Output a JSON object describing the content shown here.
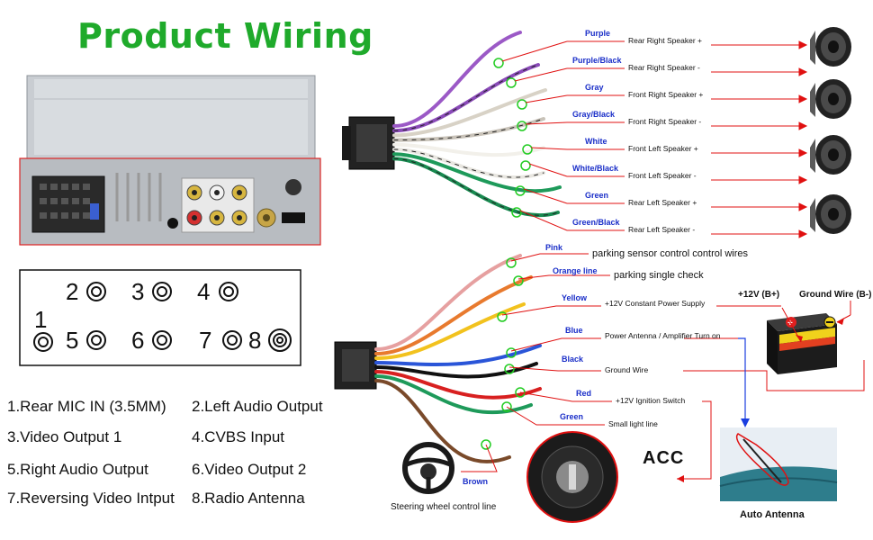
{
  "title": "Product Wiring",
  "speaker_wires": [
    {
      "color_label": "Purple",
      "function": "Rear Right Speaker +"
    },
    {
      "color_label": "Purple/Black",
      "function": "Rear Right Speaker -"
    },
    {
      "color_label": "Gray",
      "function": "Front Right Speaker +"
    },
    {
      "color_label": "Gray/Black",
      "function": "Front Right Speaker -"
    },
    {
      "color_label": "White",
      "function": "Front Left Speaker +"
    },
    {
      "color_label": "White/Black",
      "function": "Front Left Speaker -"
    },
    {
      "color_label": "Green",
      "function": "Rear Left Speaker +"
    },
    {
      "color_label": "Green/Black",
      "function": "Rear Left Speaker -"
    }
  ],
  "power_wires": [
    {
      "color_label": "Pink",
      "function": "parking sensor control control wires"
    },
    {
      "color_label": "Orange line",
      "function": "parking single check"
    },
    {
      "color_label": "Yellow",
      "function": "+12V Constant Power Supply"
    },
    {
      "color_label": "Blue",
      "function": "Power Antenna / Amplifier Turn on"
    },
    {
      "color_label": "Black",
      "function": "Ground Wire"
    },
    {
      "color_label": "Red",
      "function": "+12V Ignition Switch"
    },
    {
      "color_label": "Green",
      "function": "Small light line"
    },
    {
      "color_label": "Brown",
      "function": ""
    }
  ],
  "pin_numbers": [
    "1",
    "2",
    "3",
    "4",
    "5",
    "6",
    "7",
    "8"
  ],
  "legend": [
    "1.Rear MIC IN (3.5MM)",
    "2.Left Audio Output",
    "3.Video Output 1",
    "4.CVBS Input",
    "5.Right Audio Output",
    "6.Video Output 2",
    "7.Reversing Video Intput",
    "8.Radio Antenna"
  ],
  "battery": {
    "plus_label": "+12V  (B+)",
    "ground_label": "Ground Wire (B-)"
  },
  "acc_label": "ACC",
  "steering_caption": "Steering wheel control line",
  "antenna_caption": "Auto Antenna",
  "colors": {
    "title_green": "#1faa2b",
    "label_blue": "#1a2ec8",
    "line_red": "#e01010",
    "marker_green": "#22cc22"
  }
}
